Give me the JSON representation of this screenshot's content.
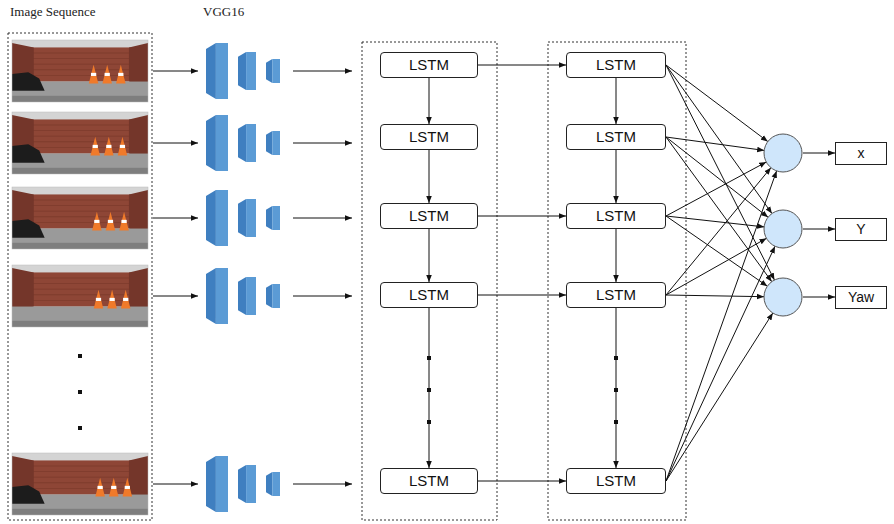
{
  "diagram": {
    "nodes": [
      {
        "text": [
          "LSTM"
        ]
      },
      {
        "text": [
          "LSTM"
        ]
      },
      {
        "text": [
          "LSTM"
        ]
      },
      {
        "text": [
          "LSTM"
        ]
      },
      {
        "text": [
          "LSTM"
        ]
      },
      {
        "text": [
          "LSTM"
        ]
      },
      {
        "text": [
          "LSTM"
        ]
      },
      {
        "text": [
          "LSTM"
        ]
      },
      {
        "text": [
          "LSTM"
        ]
      },
      {
        "text": [
          "LSTM"
        ]
      },
      {
        "text": []
      },
      {
        "text": []
      },
      {
        "text": []
      },
      {
        "text": [
          "x"
        ]
      },
      {
        "text": [
          "Y"
        ]
      },
      {
        "text": [
          "Yaw"
        ]
      }
    ],
    "edges": [
      {
        "from": 0,
        "to": 1,
        "arrow": "to"
      },
      {
        "from": 1,
        "to": 2,
        "arrow": "to"
      },
      {
        "from": 2,
        "to": 3,
        "arrow": "to"
      },
      {
        "from": 3,
        "to": 4,
        "arrow": "to"
      },
      {
        "from": 5,
        "to": 6,
        "arrow": "to"
      },
      {
        "from": 6,
        "to": 7,
        "arrow": "to"
      },
      {
        "from": 7,
        "to": 8,
        "arrow": "to"
      },
      {
        "from": 8,
        "to": 9,
        "arrow": "to"
      },
      {
        "from": 0,
        "to": 5,
        "arrow": "to"
      },
      {
        "from": 2,
        "to": 7,
        "arrow": "to"
      },
      {
        "from": 3,
        "to": 8,
        "arrow": "to"
      },
      {
        "from": 4,
        "to": 9,
        "arrow": "to"
      },
      {
        "from": 5,
        "to": 10,
        "arrow": "to"
      },
      {
        "from": 5,
        "to": 11,
        "arrow": "to"
      },
      {
        "from": 5,
        "to": 12,
        "arrow": "to"
      },
      {
        "from": 6,
        "to": 10,
        "arrow": "to"
      },
      {
        "from": 6,
        "to": 11,
        "arrow": "to"
      },
      {
        "from": 6,
        "to": 12,
        "arrow": "to"
      },
      {
        "from": 7,
        "to": 10,
        "arrow": "to"
      },
      {
        "from": 7,
        "to": 11,
        "arrow": "to"
      },
      {
        "from": 7,
        "to": 12,
        "arrow": "to"
      },
      {
        "from": 8,
        "to": 10,
        "arrow": "to"
      },
      {
        "from": 8,
        "to": 11,
        "arrow": "to"
      },
      {
        "from": 8,
        "to": 12,
        "arrow": "to"
      },
      {
        "from": 9,
        "to": 10,
        "arrow": "to"
      },
      {
        "from": 9,
        "to": 11,
        "arrow": "to"
      },
      {
        "from": 9,
        "to": 12,
        "arrow": "to"
      },
      {
        "from": 10,
        "to": 13,
        "arrow": "to"
      },
      {
        "from": 11,
        "to": 14,
        "arrow": "to"
      },
      {
        "from": 12,
        "to": 15,
        "arrow": "to"
      }
    ],
    "labels": [
      "Image Sequence",
      "VGG16"
    ]
  }
}
